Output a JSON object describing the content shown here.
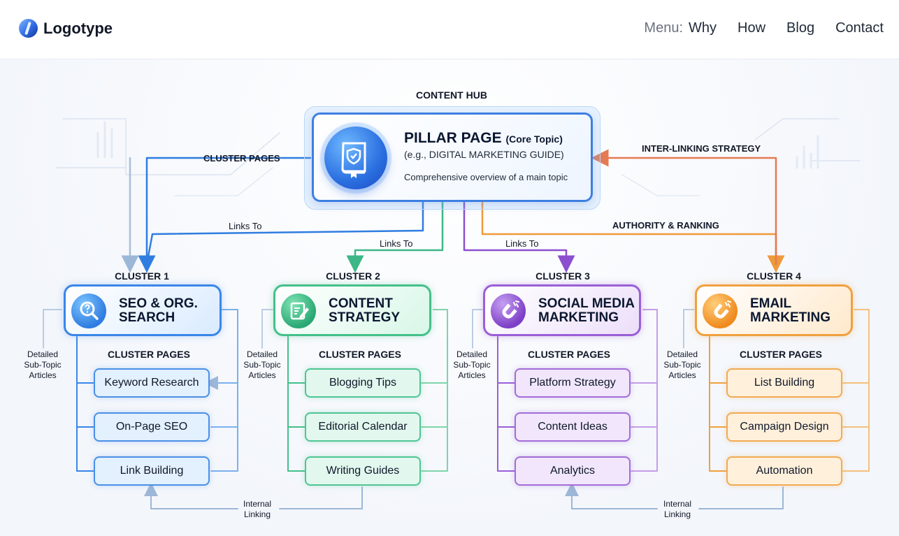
{
  "header": {
    "logo_text": "Logotype",
    "menu_label": "Menu:",
    "nav": [
      "Why",
      "How",
      "Blog",
      "Contact"
    ]
  },
  "hub": {
    "label": "CONTENT HUB",
    "title": "PILLAR PAGE",
    "title_sub": "(Core Topic)",
    "example": "(e.g., DIGITAL MARKETING GUIDE)",
    "description": "Comprehensive overview of a main topic"
  },
  "connectors": {
    "cluster_pages": "CLUSTER PAGES",
    "inter_linking": "INTER-LINKING STRATEGY",
    "authority": "AUTHORITY & RANKING",
    "links_to": "Links To",
    "detailed": "Detailed",
    "sub_topic": "Sub-Topic",
    "articles": "Articles",
    "internal": "Internal",
    "linking": "Linking"
  },
  "clusters": [
    {
      "label": "CLUSTER 1",
      "title_line1": "SEO & ORG.",
      "title_line2": "SEARCH",
      "pages_label": "CLUSTER PAGES",
      "pages": [
        "Keyword Research",
        "On-Page SEO",
        "Link Building"
      ],
      "icon": "search-question-icon",
      "color": "#3a86e8"
    },
    {
      "label": "CLUSTER 2",
      "title_line1": "CONTENT",
      "title_line2": "STRATEGY",
      "pages_label": "CLUSTER PAGES",
      "pages": [
        "Blogging Tips",
        "Editorial Calendar",
        "Writing Guides"
      ],
      "icon": "edit-document-icon",
      "color": "#44c08a"
    },
    {
      "label": "CLUSTER 3",
      "title_line1": "SOCIAL MEDIA",
      "title_line2": "MARKETING",
      "pages_label": "CLUSTER PAGES",
      "pages": [
        "Platform Strategy",
        "Content Ideas",
        "Analytics"
      ],
      "icon": "magnet-icon",
      "color": "#9a5fd6"
    },
    {
      "label": "CLUSTER 4",
      "title_line1": "EMAIL",
      "title_line2": "MARKETING",
      "pages_label": "CLUSTER PAGES",
      "pages": [
        "List Building",
        "Campaign Design",
        "Automation"
      ],
      "icon": "magnet-icon",
      "color": "#f0a040"
    }
  ]
}
